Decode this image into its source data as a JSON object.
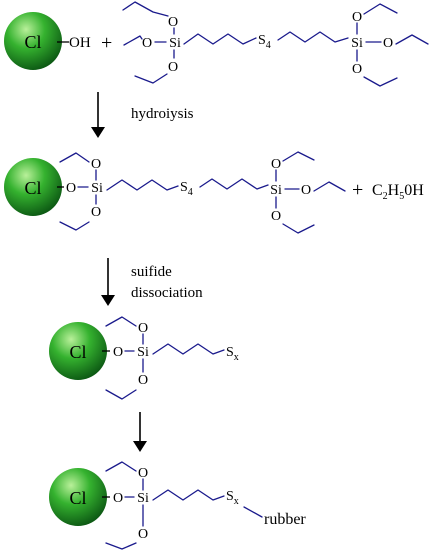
{
  "particle_label": "Cl",
  "hydroxyl": "OH",
  "plus": "+",
  "oxygen": "O",
  "silicon": "Si",
  "tetrasulfide": {
    "symbol": "S",
    "count": "4"
  },
  "polysulfide": {
    "symbol": "S",
    "index": "x"
  },
  "ethanol": {
    "c": "C",
    "c_count": "2",
    "h": "H",
    "h_count": "5",
    "tail": "0H"
  },
  "rubber": "rubber",
  "steps": [
    {
      "label_lines": [
        "hydroiysis"
      ]
    },
    {
      "label_lines": [
        "suifide",
        "dissociation"
      ]
    }
  ],
  "colors": {
    "sphere_light": "#b9f09a",
    "sphere_mid": "#35b22f",
    "sphere_dark": "#0d5a14",
    "bond": "#1a1a8c"
  }
}
